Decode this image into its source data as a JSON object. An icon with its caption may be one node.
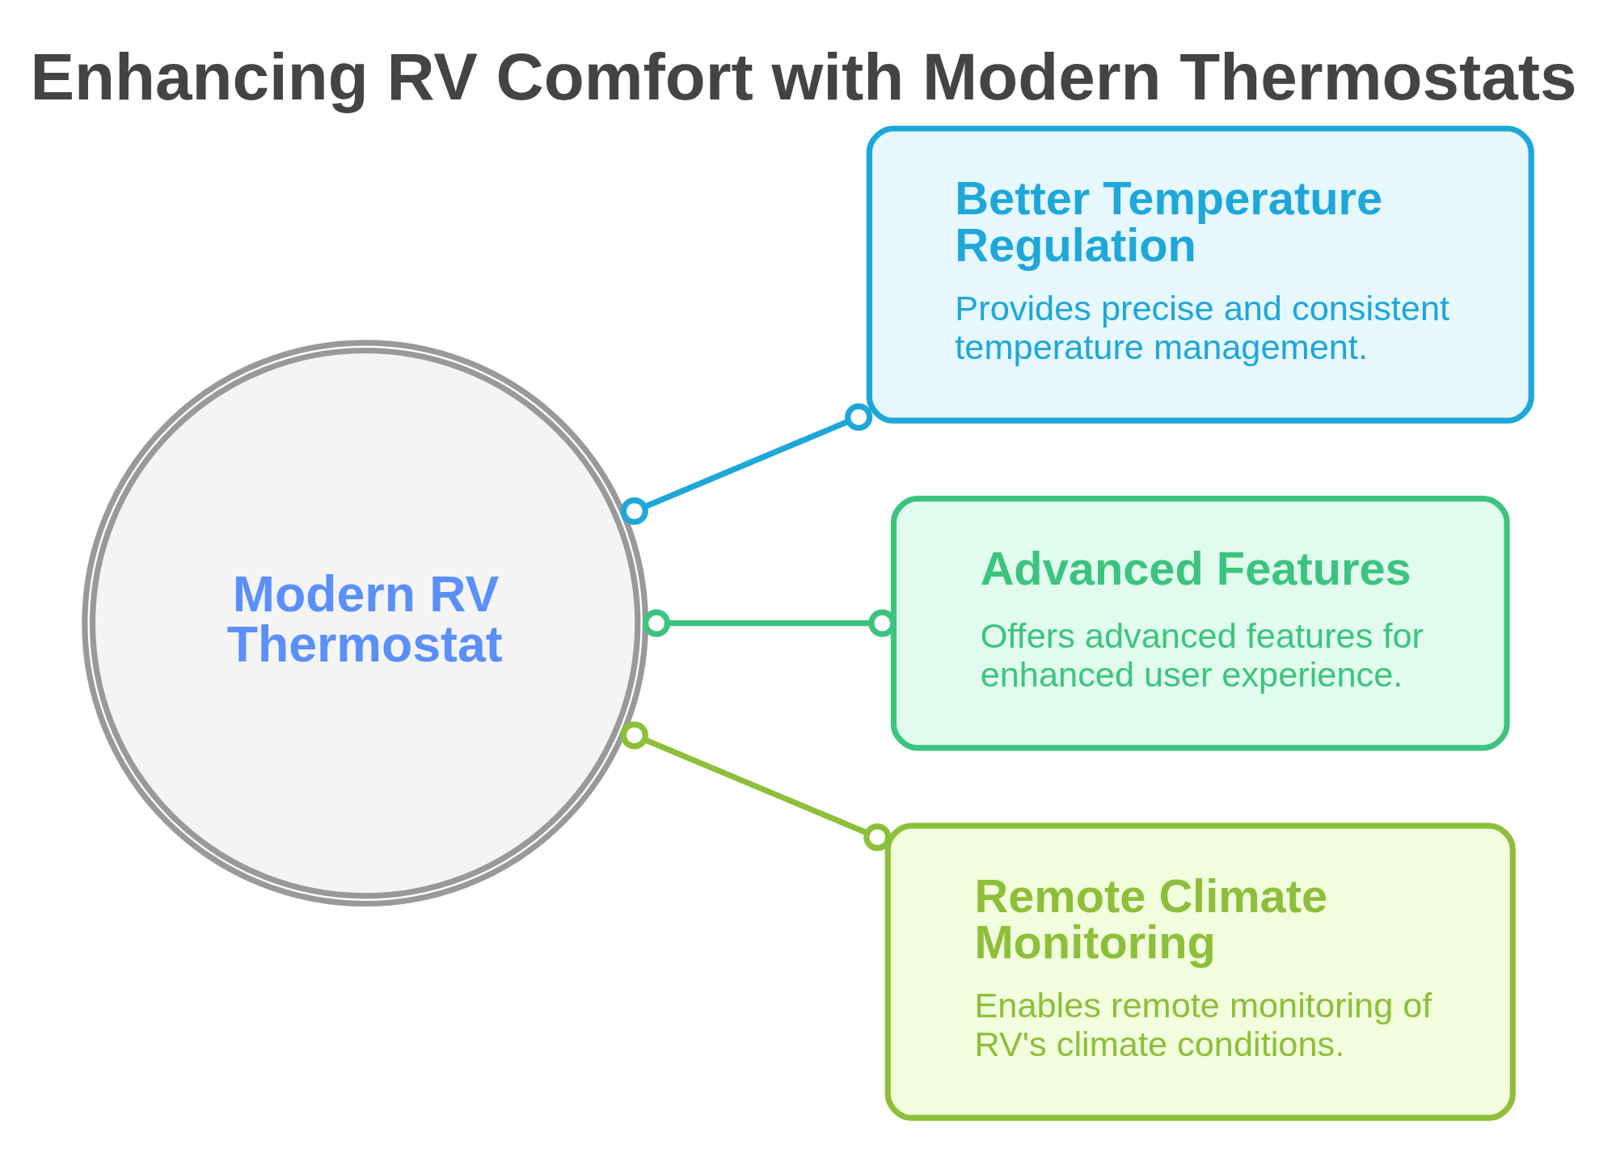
{
  "diagram": {
    "title": "Enhancing RV Comfort with Modern Thermostats",
    "nodes": [
      {
        "text": [
          "Modern RV Thermostat"
        ]
      },
      {
        "text": [
          "Better Temperature Regulation",
          "Provides precise and consistent temperature management."
        ]
      },
      {
        "text": [
          "Advanced Features",
          "Offers advanced features for enhanced user experience."
        ]
      },
      {
        "text": [
          "Remote Climate Monitoring",
          "Enables remote monitoring of RV's climate conditions."
        ]
      }
    ],
    "edges": [
      {
        "from": 0,
        "to": 1,
        "arrow": "other",
        "color": "#1ea7d9"
      },
      {
        "from": 0,
        "to": 2,
        "arrow": "other",
        "color": "#3cc47e"
      },
      {
        "from": 0,
        "to": 3,
        "arrow": "other",
        "color": "#8dbf3a"
      }
    ]
  }
}
